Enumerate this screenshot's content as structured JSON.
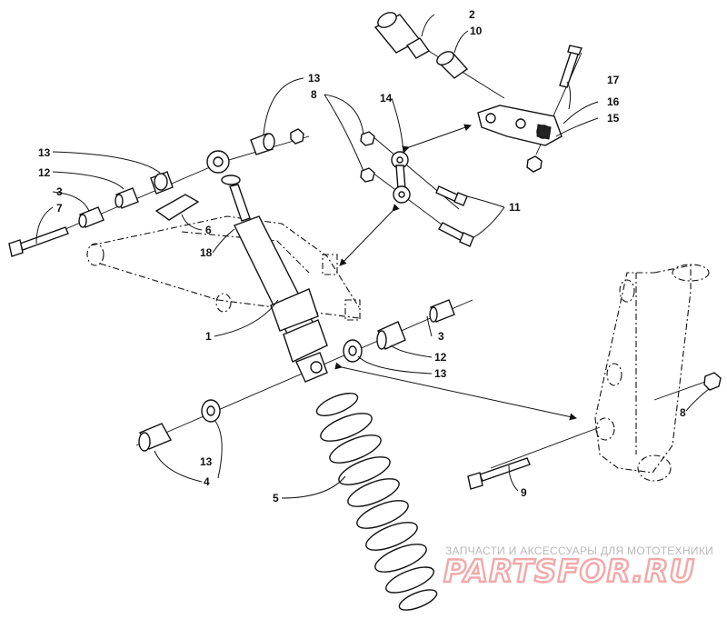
{
  "callouts": {
    "c1": "1",
    "c2": "2",
    "c3a": "3",
    "c3b": "3",
    "c4": "4",
    "c5": "5",
    "c6": "6",
    "c7": "7",
    "c8a": "8",
    "c8b": "8",
    "c9": "9",
    "c10": "10",
    "c11": "11",
    "c12a": "12",
    "c12b": "12",
    "c13a": "13",
    "c13b": "13",
    "c13c": "13",
    "c13d": "13",
    "c14": "14",
    "c15": "15",
    "c16": "16",
    "c17": "17",
    "c18": "18"
  },
  "watermark": {
    "tagline": "ЗАПЧАСТИ И АКСЕССУАРЫ ДЛЯ МОТОТЕХНИКИ",
    "logo": "PARTSFOR.RU"
  },
  "colors": {
    "line": "#111111",
    "watermark_text": "#b9b9b9",
    "watermark_logo": "#f2a9a9"
  }
}
